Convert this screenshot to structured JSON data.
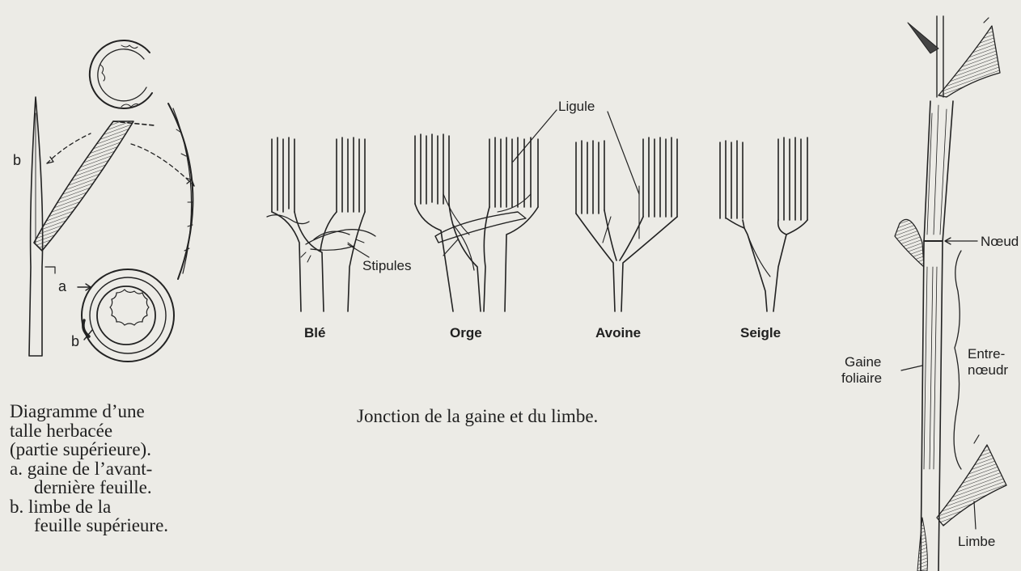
{
  "left_figure": {
    "label_a": "a",
    "label_b_top": "b",
    "label_b_bottom": "b",
    "caption": {
      "line1": "Diagramme d’une",
      "line2": "talle herbacée",
      "line3": "(partie supérieure).",
      "item_a_line1": "a.  gaine de l’avant-",
      "item_a_line2": "dernière feuille.",
      "item_b_line1": "b.  limbe de la",
      "item_b_line2": "feuille supérieure."
    }
  },
  "center_figure": {
    "ligule_label": "Ligule",
    "stipules_label": "Stipules",
    "species": [
      "Blé",
      "Orge",
      "Avoine",
      "Seigle"
    ],
    "caption": "Jonction de la gaine et du limbe."
  },
  "right_figure": {
    "noeud_label": "Nœud",
    "entre_noeud_line1": "Entre-",
    "entre_noeud_line2": "nœudr",
    "gaine_line1": "Gaine",
    "gaine_line2": "foliaire",
    "limbe_label": "Limbe"
  }
}
